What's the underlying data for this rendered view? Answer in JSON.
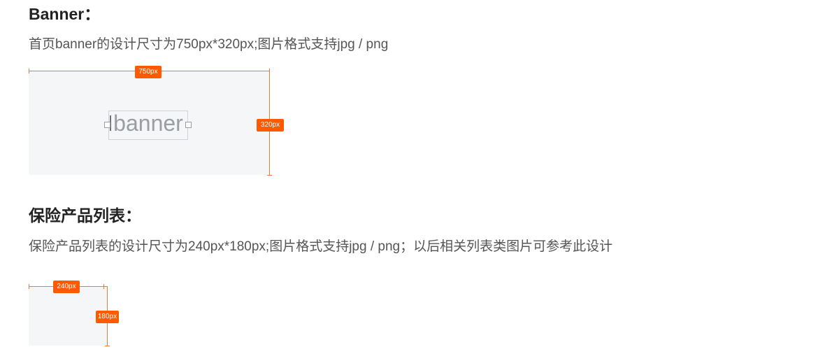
{
  "banner_section": {
    "heading": "Banner：",
    "description": "首页banner的设计尺寸为750px*320px;图片格式支持jpg / png",
    "width_label": "750px",
    "height_label": "320px",
    "placeholder_word": "banner"
  },
  "product_section": {
    "heading": "保险产品列表：",
    "description": "保险产品列表的设计尺寸为240px*180px;图片格式支持jpg / png；以后相关列表类图片可参考此设计",
    "width_label": "240px",
    "height_label": "180px"
  },
  "colors": {
    "accent": "#ff5a00",
    "dimension_line": "#f07a3a",
    "placeholder_bg": "#f5f6f8"
  }
}
